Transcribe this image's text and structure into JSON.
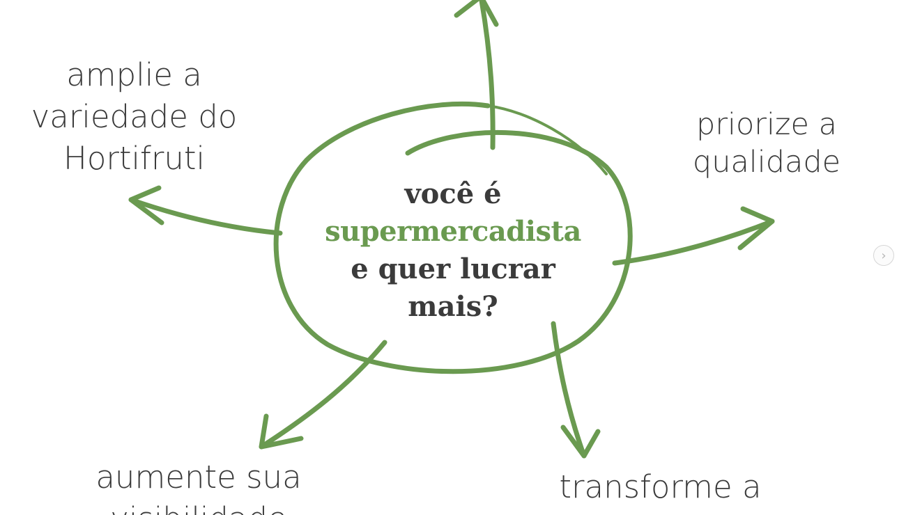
{
  "center": {
    "line1": "você é",
    "line2": "supermercadista",
    "line3": "e quer lucrar",
    "line4": "mais?"
  },
  "branches": {
    "left": {
      "line1": "amplie a",
      "line2": "variedade do",
      "line3": "Hortifruti"
    },
    "right": {
      "line1": "priorize a",
      "line2": "qualidade"
    },
    "bottom_left": {
      "line1": "aumente sua",
      "line2_partial": "visibilidade"
    },
    "bottom_right": {
      "line1": "transforme a"
    }
  },
  "nav": {
    "next_icon": "chevron-right-icon",
    "glyph": "›"
  },
  "colors": {
    "accent": "#6a9a50",
    "text": "#3a3a3a",
    "background": "#ffffff"
  }
}
